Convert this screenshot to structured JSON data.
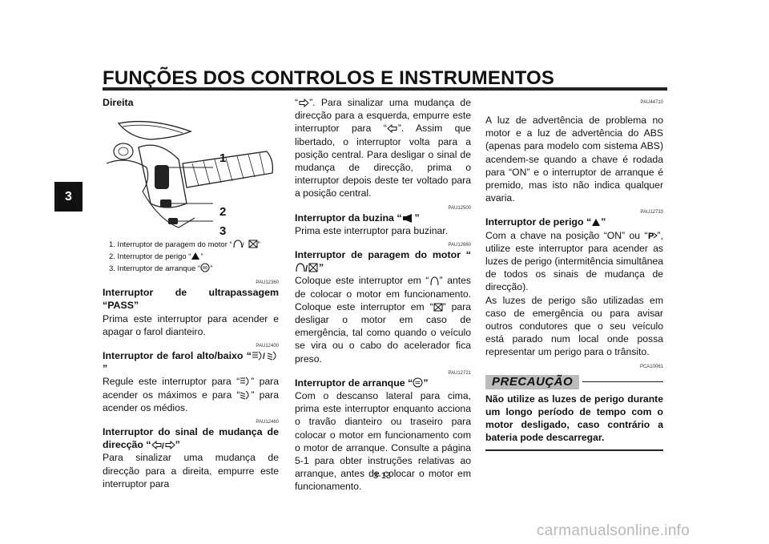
{
  "header": {
    "title": "FUNÇÕES DOS CONTROLOS E INSTRUMENTOS",
    "tab": "3"
  },
  "col1": {
    "section": "Direita",
    "figure_labels": [
      "1",
      "2",
      "3"
    ],
    "captions": [
      "1. Interruptor de paragem do motor “",
      "2. Interruptor de perigo “",
      "3. Interruptor de arranque “"
    ],
    "b1": {
      "code": "PAU12360",
      "title": "Interruptor de ultrapassagem “PASS”",
      "text": "Prima este interruptor para acender e apagar o farol dianteiro."
    },
    "b2": {
      "code": "PAU12400",
      "title_a": "Interruptor de farol alto/baixo “",
      "text_a": "Regule este interruptor para “",
      "text_b": "” para acender os máximos e para “",
      "text_c": "” para acender os médios."
    },
    "b3": {
      "code": "PAU12460",
      "title": "Interruptor do sinal de mudança de direcção “",
      "text": "Para sinalizar uma mudança de direcção para a direita, empurre este interruptor para"
    }
  },
  "col2": {
    "cont_a": "”. Para sinalizar uma mudança de direcção para a esquerda, empurre este interruptor para “",
    "cont_b": "”. Assim que libertado, o interruptor volta para a posição central. Para desligar o sinal de mudança de direcção, prima o interruptor depois deste ter voltado para a posição central.",
    "b4": {
      "code": "PAU12500",
      "title": "Interruptor da buzina “",
      "text": "Prima este interruptor para buzinar."
    },
    "b5": {
      "code": "PAU12660",
      "title": "Interruptor de paragem do motor “",
      "text_a": "Coloque este interruptor em “",
      "text_b": "” antes de colocar o motor em funcionamento. Coloque este interruptor em “",
      "text_c": "” para desligar o motor em caso de emergência, tal como quando o veículo se vira ou o cabo do acelerador fica preso."
    },
    "b6": {
      "code": "PAU12721",
      "title": "Interruptor de arranque “",
      "text": "Com o descanso lateral para cima, prima este interruptor enquanto acciona o travão dianteiro ou traseiro para colocar o motor em funcionamento com o motor de arranque. Consulte a página 5-1 para obter instruções relativas ao arranque, antes de colocar o motor em funcionamento."
    }
  },
  "col3": {
    "b7": {
      "code": "PAU44710",
      "text": "A luz de advertência de problema no motor e a luz de advertência do ABS (apenas para modelo com sistema ABS) acendem-se quando a chave é rodada para “ON” e o interruptor de arranque é premido, mas isto não indica qualquer avaria."
    },
    "b8": {
      "code": "PAU12733",
      "title": "Interruptor de perigo “",
      "text_a": "Com a chave na posição “ON” ou “",
      "text_b": "”, utilize este interruptor para acender as luzes de perigo (intermitência simultânea de todos os sinais de mudança de direcção).",
      "text_c": "As luzes de perigo são utilizadas em caso de emergência ou para avisar outros condutores que o seu veículo está parado num local onde possa representar um perigo para o trânsito."
    },
    "caution": {
      "code": "PCA10061",
      "label": "PRECAUÇÃO",
      "text": "Não utilize as luzes de perigo durante um longo período de tempo com o motor desligado, caso contrário a bateria pode descarregar."
    }
  },
  "page_number": "3-13",
  "watermark": "carmanualsonline.info"
}
